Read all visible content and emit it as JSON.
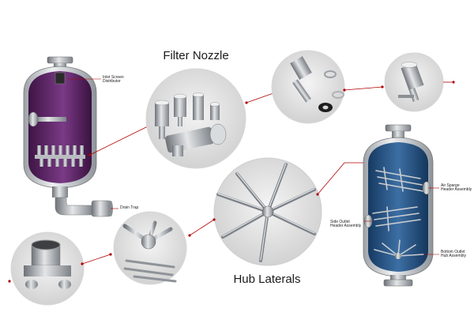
{
  "titles": {
    "filter_nozzle": "Filter Nozzle",
    "hub_laterals": "Hub Laterals"
  },
  "left_vessel_labels": {
    "inlet": [
      "Inlet Screen",
      "Distributor"
    ],
    "drain": "Drain Trap"
  },
  "right_vessel_labels": {
    "air_sparge": [
      "Air Sparge",
      "Header Assembly"
    ],
    "side_outlet": [
      "Side Outlet",
      "Header Assembly"
    ],
    "bottom_outlet": [
      "Bottom Outlet",
      "Hub Assembly"
    ]
  },
  "colors": {
    "leader_line": "#b00000",
    "vessel_shell": "#c9c9c9",
    "left_interior": "#5a2160",
    "right_interior": "#1f4a78",
    "steel": "#9aa0a6"
  }
}
